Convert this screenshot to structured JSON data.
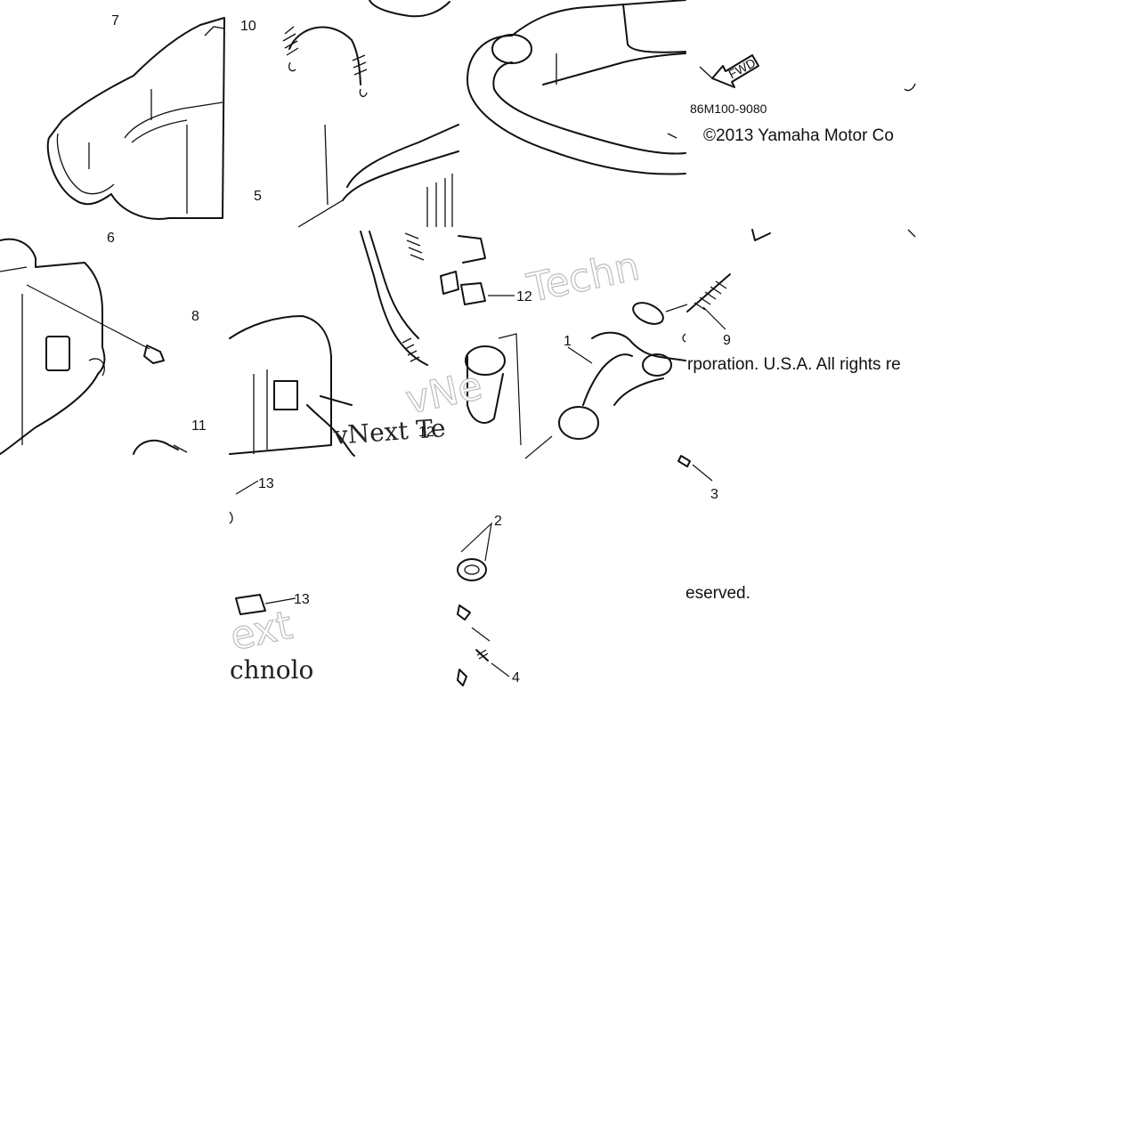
{
  "diagram": {
    "callouts": [
      "1",
      "2",
      "3",
      "4",
      "5",
      "6",
      "7",
      "8",
      "9",
      "10",
      "11",
      "12",
      "12",
      "13",
      "13"
    ],
    "part_code": "86M100-9080",
    "fwd_label": "FWD",
    "copyright_lines": [
      "©2013 Yamaha Motor Co",
      "rporation. U.S.A. All rights re",
      "eserved."
    ],
    "watermark_fragments": [
      "Techn",
      "vNe",
      "vNext Te",
      "ext",
      "chnolo"
    ],
    "colors": {
      "line": "#111111",
      "watermark": "#bdbdbd",
      "background": "#ffffff"
    }
  }
}
